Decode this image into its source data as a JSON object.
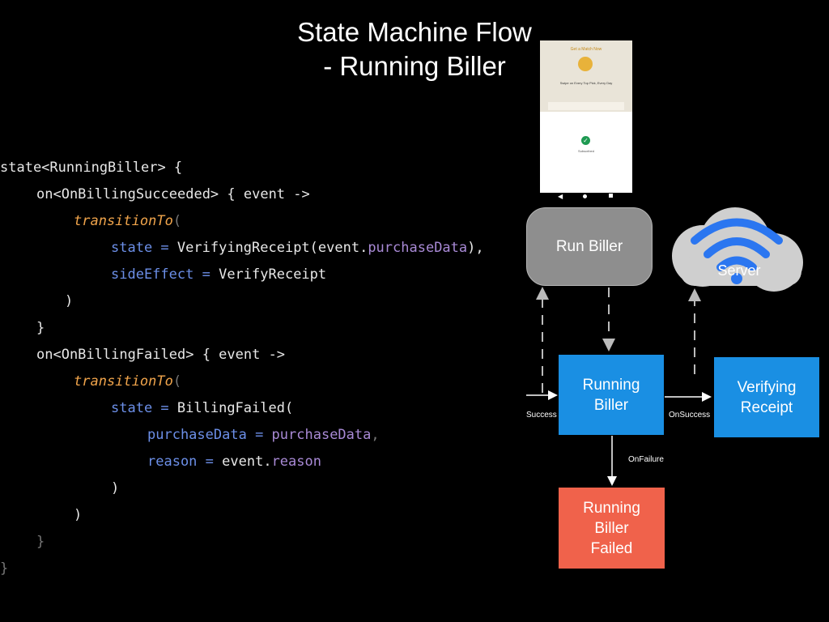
{
  "title": {
    "line1": "State Machine Flow",
    "line2": "- Running Biller"
  },
  "code": {
    "l1": "state<RunningBiller> {",
    "l2": "on<OnBillingSucceeded> { event ->",
    "l3_fn": "transitionTo",
    "l3_p": "(",
    "l4_kw": "state",
    "l4_eq": " = ",
    "l4_a": "VerifyingReceipt(event.",
    "l4_prop": "purchaseData",
    "l4_b": "),",
    "l5_kw": "sideEffect",
    "l5_eq": " = ",
    "l5_a": "VerifyReceipt",
    "l6": ")",
    "l7": "}",
    "l8": "on<OnBillingFailed> { event ->",
    "l9_fn": "transitionTo",
    "l9_p": "(",
    "l10_kw": "state",
    "l10_eq": " = ",
    "l10_a": "BillingFailed(",
    "l11_kw": "purchaseData",
    "l11_eq": " = ",
    "l11_prop": "purchaseData",
    "l11_c": ",",
    "l12_kw": "reason",
    "l12_eq": " = ",
    "l12_a": "event.",
    "l12_prop": "reason",
    "l13": ")",
    "l14": ")",
    "l15": "}",
    "l16": "}"
  },
  "phone": {
    "header": "Get a Match Now",
    "subtitle": "Swipe on Every Top Pick, Every Day",
    "status": "Subscribed"
  },
  "diagram": {
    "run_biller": "Run Biller",
    "server": "Server",
    "running_biller_1": "Running",
    "running_biller_2": "Biller",
    "verifying_1": "Verifying",
    "verifying_2": "Receipt",
    "failed_1": "Running",
    "failed_2": "Biller",
    "failed_3": "Failed",
    "edge_success": "Success",
    "edge_onsuccess": "OnSuccess",
    "edge_onfailure": "OnFailure"
  },
  "colors": {
    "blue": "#1a8fe3",
    "red": "#f0624b",
    "gray": "#8e8e8e",
    "wifi": "#2b76f0",
    "cloud": "#cfcfcf"
  }
}
